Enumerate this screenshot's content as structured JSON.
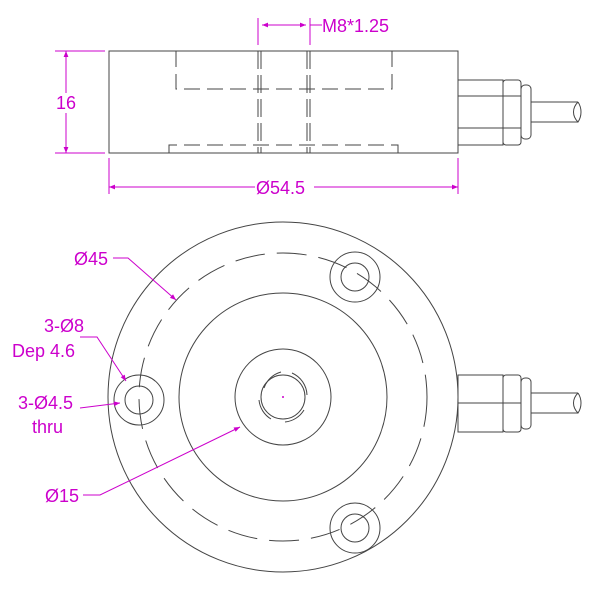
{
  "drawing": {
    "title": "Load cell dimension drawing",
    "colors": {
      "outline": "#444444",
      "dimension": "#cc00cc",
      "background": "#ffffff"
    }
  },
  "side_view": {
    "height_label": "16",
    "thread_label": "M8*1.25",
    "diameter_label": "Ø54.5"
  },
  "top_view": {
    "bolt_circle_label": "Ø45",
    "counterbore_label_line1": "3-Ø8",
    "counterbore_label_line2": "Dep 4.6",
    "through_hole_label_line1": "3-Ø4.5",
    "through_hole_label_line2": "thru",
    "center_boss_label": "Ø15"
  }
}
